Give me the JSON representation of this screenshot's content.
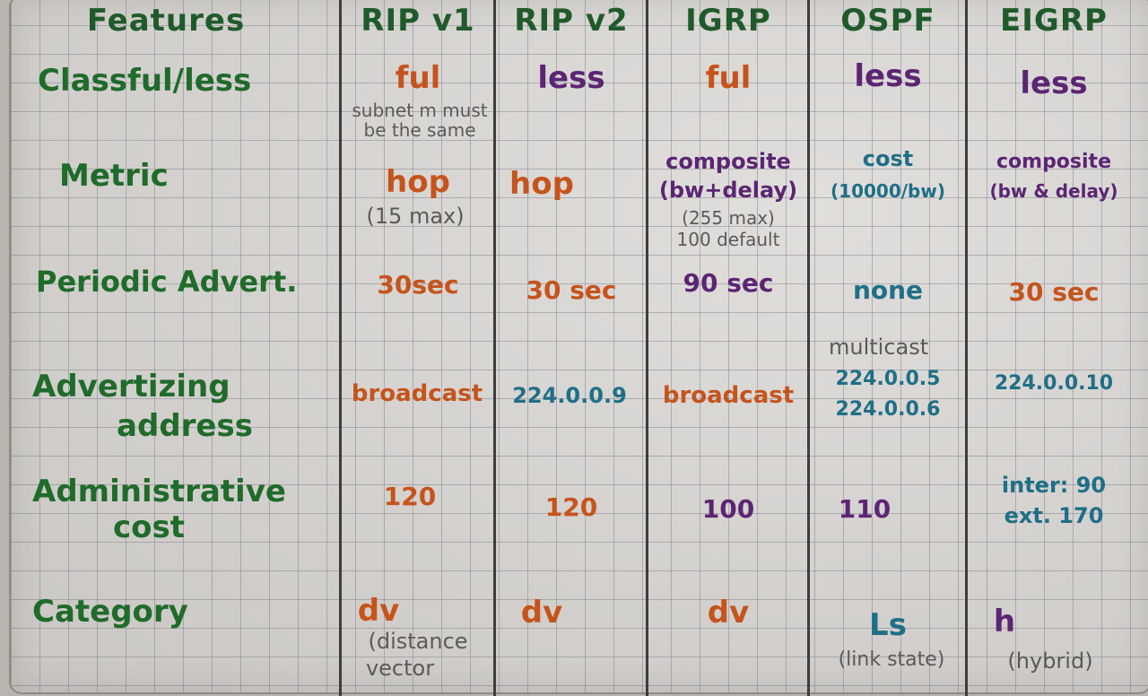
{
  "header": {
    "features": "Features",
    "rip_v1": "RIP v1",
    "rip_v2": "RIP v2",
    "igrp": "IGRP",
    "ospf": "OSPF",
    "eigrp": "EIGRP"
  },
  "rows": {
    "classful": {
      "label": "Classful/less",
      "rip_v1": "ful",
      "rip_v1_note": "subnet m must be the same",
      "rip_v2": "less",
      "igrp": "ful",
      "ospf": "less",
      "eigrp": "less"
    },
    "metric": {
      "label": "Metric",
      "rip_v1": "hop",
      "rip_v1_note": "(15 max)",
      "rip_v2": "hop",
      "igrp_line1": "composite",
      "igrp_line2": "(bw+delay)",
      "igrp_note1": "(255 max)",
      "igrp_note2": "100 default",
      "ospf_line1": "cost",
      "ospf_line2": "(10000/bw)",
      "eigrp_line1": "composite",
      "eigrp_line2": "(bw & delay)"
    },
    "periodic": {
      "label": "Periodic Advert.",
      "rip_v1": "30sec",
      "rip_v2": "30 sec",
      "igrp": "90 sec",
      "ospf": "none",
      "eigrp": "30 sec"
    },
    "address": {
      "label_line1": "Advertizing",
      "label_line2": "address",
      "rip_v1": "broadcast",
      "rip_v2": "224.0.0.9",
      "igrp": "broadcast",
      "ospf_note": "multicast",
      "ospf_line1": "224.0.0.5",
      "ospf_line2": "224.0.0.6",
      "eigrp": "224.0.0.10"
    },
    "admin": {
      "label_line1": "Administrative",
      "label_line2": "cost",
      "rip_v1": "120",
      "rip_v2": "120",
      "igrp": "100",
      "ospf": "110",
      "eigrp_line1": "inter: 90",
      "eigrp_line2": "ext. 170"
    },
    "category": {
      "label": "Category",
      "rip_v1": "dv",
      "rip_v1_note1": "(distance",
      "rip_v1_note2": "vector",
      "rip_v2": "dv",
      "igrp": "dv",
      "ospf": "Ls",
      "ospf_note": "(link state)",
      "eigrp": "h",
      "eigrp_note": "(hybrid)"
    }
  },
  "colors": {
    "header_green": "#1f5b2a",
    "orange": "#c5541c",
    "purple": "#5b2573",
    "blue": "#1f6f86",
    "grid_line": "#3f3d3c"
  }
}
